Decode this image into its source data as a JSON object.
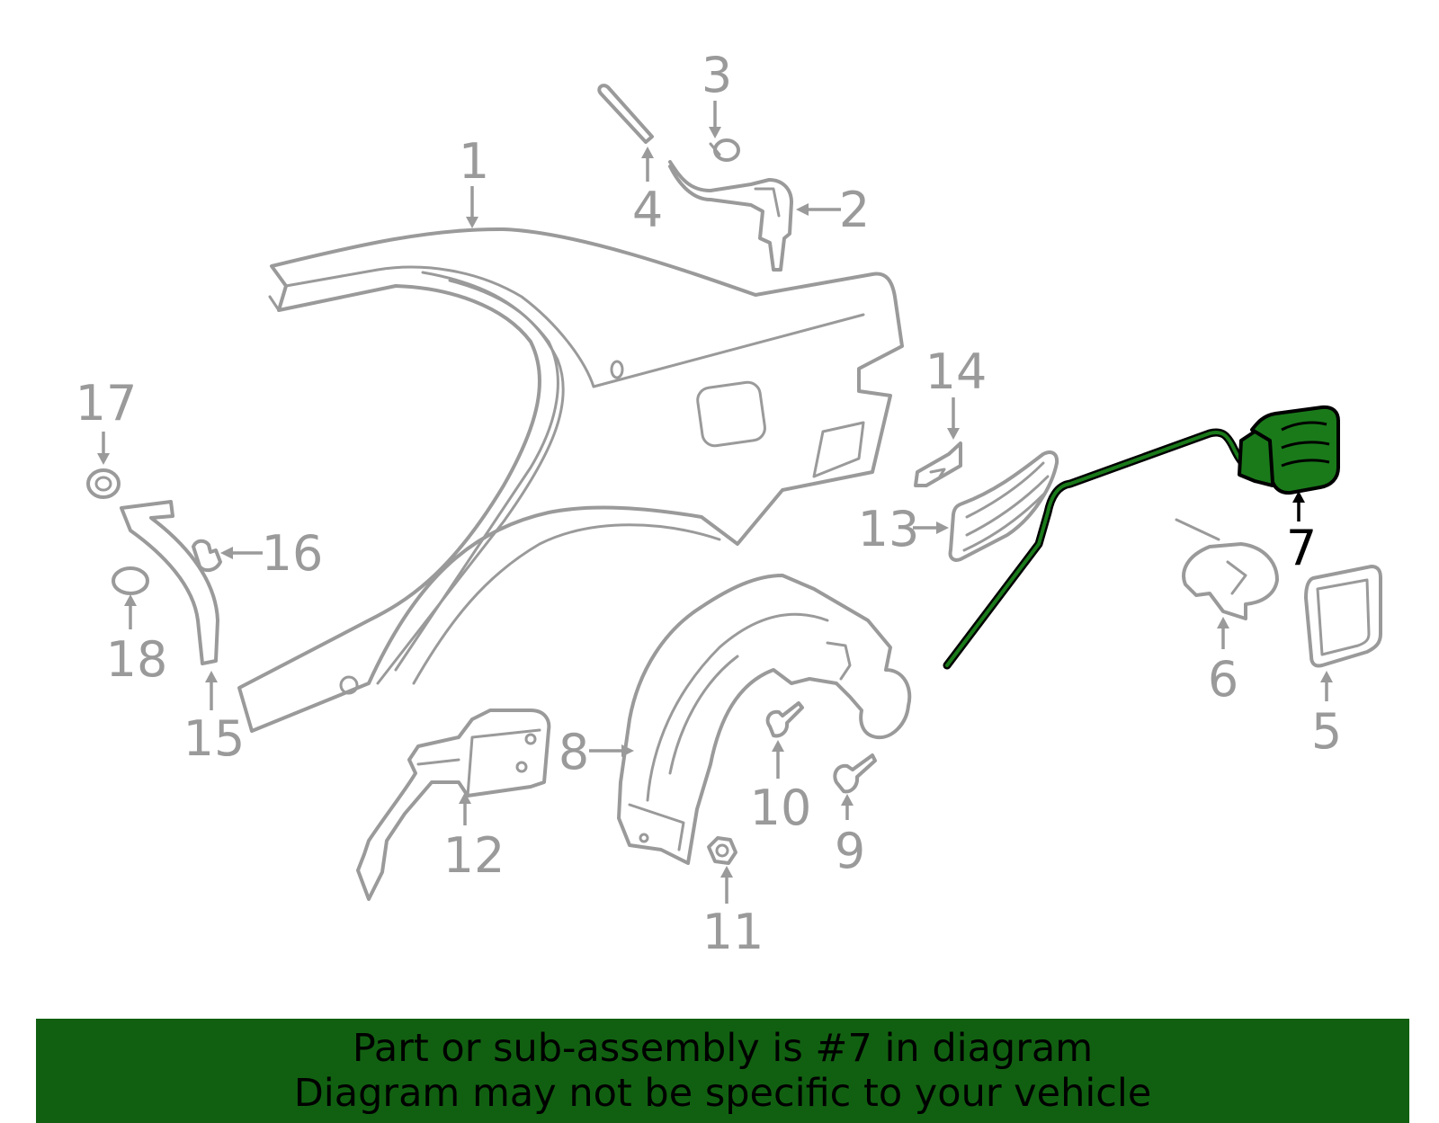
{
  "diagram": {
    "highlighted_part": "7",
    "highlight_color": "#1a7a1a",
    "part_color": "#9a9a9a",
    "callouts": {
      "c1": "1",
      "c2": "2",
      "c3": "3",
      "c4": "4",
      "c5": "5",
      "c6": "6",
      "c7": "7",
      "c8": "8",
      "c9": "9",
      "c10": "10",
      "c11": "11",
      "c12": "12",
      "c13": "13",
      "c14": "14",
      "c15": "15",
      "c16": "16",
      "c17": "17",
      "c18": "18"
    }
  },
  "banner": {
    "background": "#116011",
    "line1": "Part or sub-assembly is #7 in diagram",
    "line2": "Diagram may not be specific to your vehicle"
  }
}
